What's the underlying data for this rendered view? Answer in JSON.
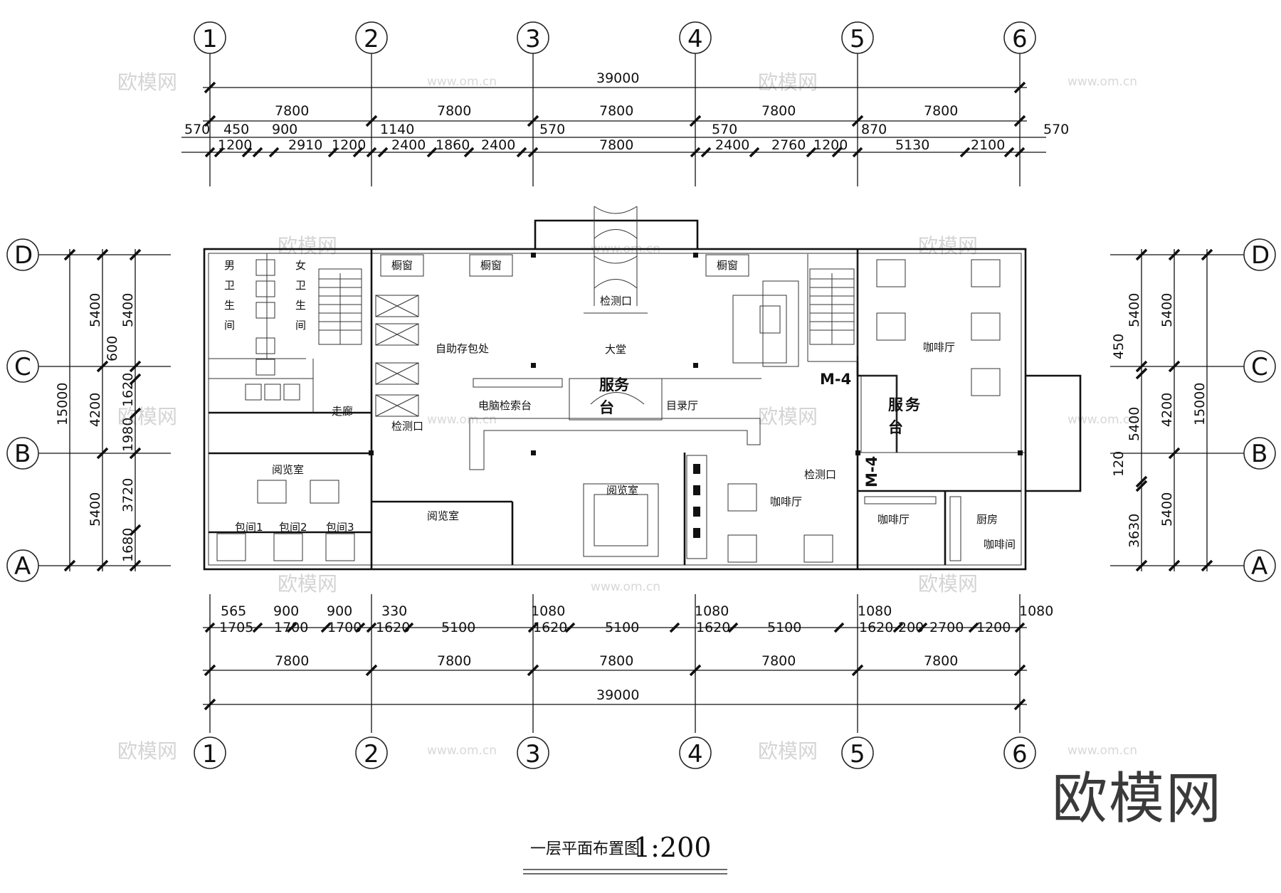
{
  "brand_watermark": "欧模网",
  "watermark_text": "欧模网",
  "watermark_url": "www.om.cn",
  "drawing_title": "一层平面布置图",
  "drawing_scale": "1:200",
  "grid_columns": [
    "1",
    "2",
    "3",
    "4",
    "5",
    "6"
  ],
  "grid_rows": [
    "D",
    "C",
    "B",
    "A"
  ],
  "dimensions": {
    "top_total": "39000",
    "top_bays": [
      "7800",
      "7800",
      "7800",
      "7800",
      "7800"
    ],
    "top_sub1": [
      "570",
      "450",
      "900",
      "1140",
      "570",
      "570",
      "870",
      "570"
    ],
    "top_sub2": [
      "1200",
      "2910",
      "1200",
      "2400",
      "1860",
      "2400",
      "7800",
      "2400",
      "2760",
      "1200",
      "5130",
      "2100"
    ],
    "bottom_sub1": [
      "565",
      "900",
      "900",
      "330",
      "1080",
      "1080",
      "1080",
      "1080"
    ],
    "bottom_sub2": [
      "1705",
      "1700",
      "1700",
      "1620",
      "5100",
      "1620",
      "5100",
      "1620",
      "5100",
      "1620",
      "200",
      "2700",
      "1200"
    ],
    "bottom_bays": [
      "7800",
      "7800",
      "7800",
      "7800",
      "7800"
    ],
    "bottom_total": "39000",
    "left_total": "15000",
    "left_bays": [
      "5400",
      "4200",
      "5400"
    ],
    "left_sub": [
      "5400",
      "600",
      "1620",
      "1980",
      "3720",
      "1680"
    ],
    "right_total": "15000",
    "right_bays": [
      "5400",
      "4200",
      "5400"
    ],
    "right_sub": [
      "5400",
      "450",
      "5400",
      "120",
      "3630"
    ]
  },
  "rooms": {
    "mens_toilet": [
      "男",
      "卫",
      "生",
      "间"
    ],
    "womens_toilet": [
      "女",
      "卫",
      "生",
      "间"
    ],
    "corridor": "走廊",
    "check_left": "检测口",
    "reading_room_1": "阅览室",
    "private_1": "包间1",
    "private_2": "包间2",
    "private_3": "包间3",
    "reading_room_2": "阅览室",
    "window_1": "橱窗",
    "window_2": "橱窗",
    "window_3": "橱窗",
    "self_storage": "自助存包处",
    "check_entrance": "检测口",
    "lobby": "大堂",
    "service_desk_1": [
      "服务",
      "台"
    ],
    "computer_retrieval": "电脑检索台",
    "catalog_hall": "目录厅",
    "reading_room_3": "阅览室",
    "cafe_1": "咖啡厅",
    "check_right": "检测口",
    "door_m4_1": "M-4",
    "door_m4_2": "M-4",
    "service_desk_2": [
      "服",
      "务",
      "台"
    ],
    "cafe_2": "咖啡厅",
    "cafe_3": "咖啡厅",
    "kitchen": "厨房",
    "coffee_room": "咖啡间"
  }
}
